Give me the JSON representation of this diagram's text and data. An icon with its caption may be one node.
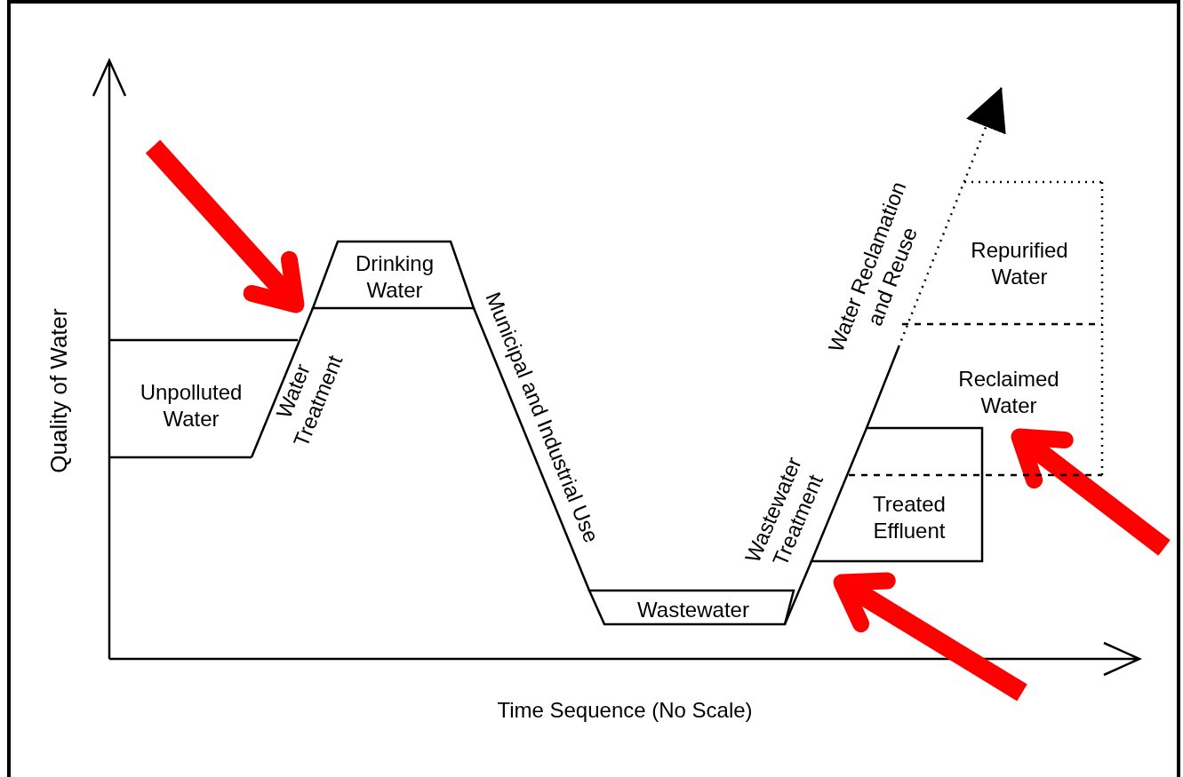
{
  "diagram": {
    "nodes": [
      {
        "text": [
          "Unpolluted Water"
        ]
      },
      {
        "text": [
          "Drinking Water"
        ]
      },
      {
        "text": [
          "Wastewater"
        ]
      },
      {
        "text": [
          "Treated Effluent"
        ]
      },
      {
        "text": [
          "Reclaimed Water"
        ]
      },
      {
        "text": [
          "Repurified Water"
        ]
      }
    ],
    "edges": [
      {
        "from": 0,
        "to": 1,
        "arrow": "none",
        "label": "Water Treatment"
      },
      {
        "from": 1,
        "to": 2,
        "arrow": "none",
        "label": "Municipal and Industrial Use"
      },
      {
        "from": 2,
        "to": 3,
        "arrow": "none",
        "label": "Wastewater Treatment"
      },
      {
        "from": 3,
        "to": null,
        "arrow": "to",
        "label": "Water Reclamation and Reuse",
        "style": "dashed"
      },
      {
        "from": null,
        "to": 1,
        "arrow": "to",
        "style": "thick",
        "color": "#ff0000"
      },
      {
        "from": null,
        "to": 4,
        "arrow": "to",
        "style": "thick",
        "color": "#ff0000"
      },
      {
        "from": null,
        "to": 3,
        "arrow": "to",
        "style": "thick",
        "color": "#ff0000"
      }
    ],
    "labels": [
      "Quality of Water",
      "Time Sequence (No Scale)"
    ]
  }
}
